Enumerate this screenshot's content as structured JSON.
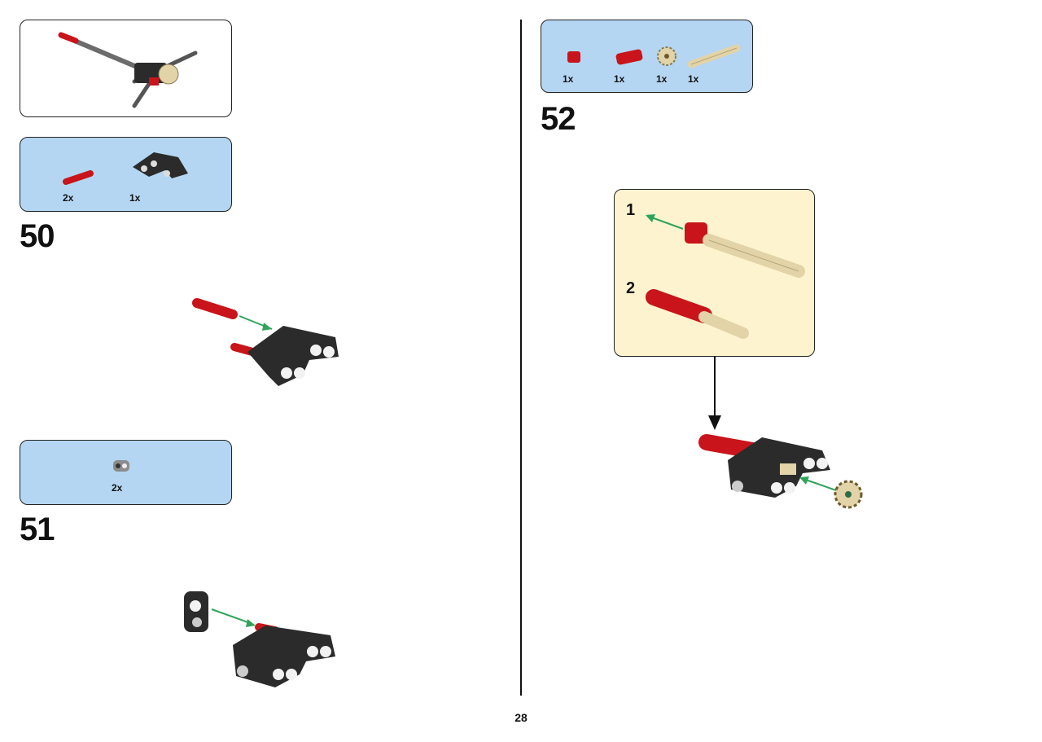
{
  "page": {
    "number": "28"
  },
  "steps": [
    {
      "number": "50",
      "parts": [
        {
          "name": "red-axle-pin",
          "qty": "2x"
        },
        {
          "name": "black-beam-frame",
          "qty": "1x"
        }
      ]
    },
    {
      "number": "51",
      "parts": [
        {
          "name": "gray-pin-connector",
          "qty": "2x"
        }
      ]
    },
    {
      "number": "52",
      "parts": [
        {
          "name": "red-bush",
          "qty": "1x"
        },
        {
          "name": "red-axle-connector",
          "qty": "1x"
        },
        {
          "name": "tan-gear",
          "qty": "1x"
        },
        {
          "name": "tan-axle",
          "qty": "1x"
        }
      ],
      "substeps": [
        "1",
        "2"
      ]
    }
  ],
  "colors": {
    "parts_bg": "#b4d6f2",
    "substep_bg": "#fdf4cf",
    "red_part": "#c8141a",
    "black_part": "#2b2b2b",
    "tan_part": "#e2d3a8",
    "arrow_green": "#2fa35a"
  }
}
